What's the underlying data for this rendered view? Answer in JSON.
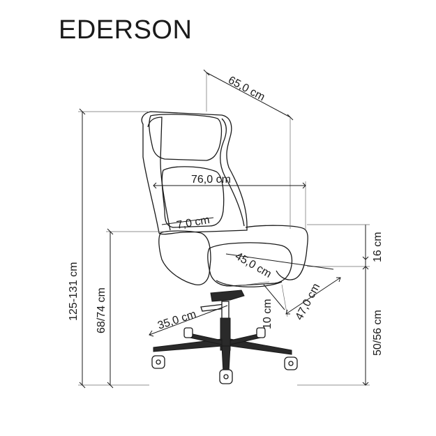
{
  "title": "EDERSON",
  "dimensions": {
    "depth_top": "65,0 cm",
    "total_height": "125-131 cm",
    "armrest_height": "68/74 cm",
    "inner_width": "76,0 cm",
    "armrest_offset": "7,0 cm",
    "armrest_thickness": "16 cm",
    "seat_depth": "45,0 cm",
    "seat_thickness": "10 cm",
    "seat_width": "47,0 cm",
    "base_radius": "35,0 cm",
    "seat_height": "50/56 cm"
  }
}
